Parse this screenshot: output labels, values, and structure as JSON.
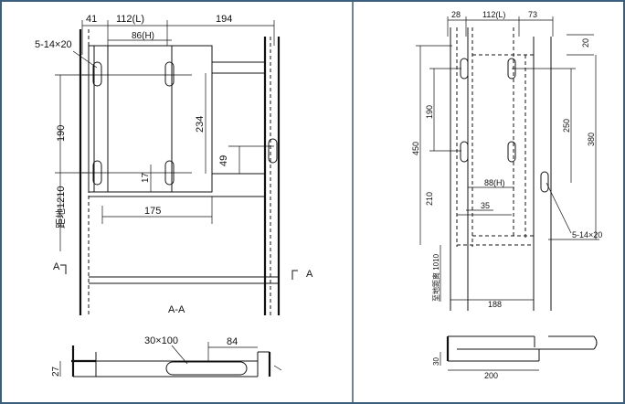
{
  "left_drawing": {
    "dims": {
      "d41": "41",
      "d112L": "112(L)",
      "d194": "194",
      "d86H": "86(H)",
      "slot": "5-14×20",
      "d190": "190",
      "d234": "234",
      "d49": "49",
      "d17": "17",
      "d1210": "距地1210",
      "d175": "175",
      "sectionA1": "A",
      "sectionA2": "A",
      "sectionAA": "A-A",
      "d30x100": "30×100",
      "d84": "84",
      "d27": "27"
    }
  },
  "right_drawing": {
    "dims": {
      "d28": "28",
      "d112L": "112(L)",
      "d73": "73",
      "d20": "20",
      "d190": "190",
      "d450": "450",
      "d250": "250",
      "d380": "380",
      "d88H": "88(H)",
      "d210": "210",
      "d35": "35",
      "slot": "5-14×20",
      "d1010": "至地距离 1010",
      "d188": "188",
      "d30": "30",
      "d200": "200"
    }
  },
  "colors": {
    "frame": "#3b5f7d",
    "ink": "#111111"
  }
}
